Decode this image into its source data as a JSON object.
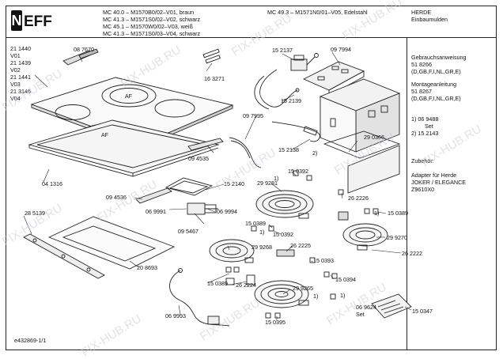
{
  "header": {
    "models_left": [
      "MC 40.0 – M1570B0/02–V01, braun",
      "MC 41.3 – M1571S0/02–V02, schwarz",
      "MC 45.1 – M1570W0/02–V03, weiß",
      "MC 41.3 – M1571S0/03–V04, schwarz"
    ],
    "model_right": "MC 49.3 – M1571N0/01–V05, Edelstahl",
    "category": [
      "HERDE",
      "Einbaumulden"
    ]
  },
  "logo": {
    "text": "NEFF",
    "color": "#111111"
  },
  "version_codes": [
    "21 1440",
    "V01",
    "21 1439",
    "V02",
    "21 1441",
    "V03",
    "21 3146",
    "V04"
  ],
  "right_panel": {
    "manual_label": "Gebrauchsanweisung",
    "manual_number": "51 8266",
    "manual_langs": "(D,GB,F,I,NL,GR,E)",
    "install_label": "Montageanleitung",
    "install_number": "51 8267",
    "install_langs": "(D,GB,F,I,NL,GR,E)",
    "note1_number": "1)  06 9488",
    "note1_text": "Set",
    "note2": "2)  15 2143",
    "accessory_label": "Zubehör:",
    "adapter_line1": "Adapter für Herde",
    "adapter_line2": "JOKER / ELEGANCE",
    "adapter_line3": "Z9610X0"
  },
  "parts": {
    "p087670": "08 7670",
    "p163271": "16 3271",
    "p152137": "15 2137",
    "p097994": "09 7994",
    "p152139": "15 2139",
    "p097995": "09 7995",
    "p094535": "09 4535",
    "p152138": "15 2138",
    "p290366": "29 0366",
    "p041316": "04 1316",
    "p152140": "15 2140",
    "p094536": "09 4536",
    "p150392a": "15 0392",
    "p299281": "29 9281",
    "p262226": "26 2226",
    "p069991": "06 9991",
    "p069994": "06 9994",
    "p150389a": "15 0389",
    "p095467": "09 5467",
    "p285139": "28 5139",
    "p150389b": "15 0389",
    "p150392b": "15 0392",
    "p299270": "29 9270",
    "p299268": "29 9268",
    "p262225": "26 2225",
    "p262222": "26 2222",
    "p208693": "20 8693",
    "p150393": "15 0393",
    "p150389c": "15 0389",
    "p262224": "26 2224",
    "p150394": "15 0394",
    "p069993": "06 9993",
    "p299265": "29 9265",
    "p069624": "06 9624",
    "p069624set": "Set",
    "p150347": "15 0347",
    "p150395": "15 0395",
    "mark1a": "1)",
    "mark1b": "1)",
    "mark1c": "1)",
    "mark1d": "1)",
    "mark1e": "1)",
    "mark2": "2)"
  },
  "burner_labels": [
    "AF",
    "AF"
  ],
  "footer": {
    "doc_id": "e432869-1/1"
  },
  "watermark": "FIX-HUB.RU"
}
